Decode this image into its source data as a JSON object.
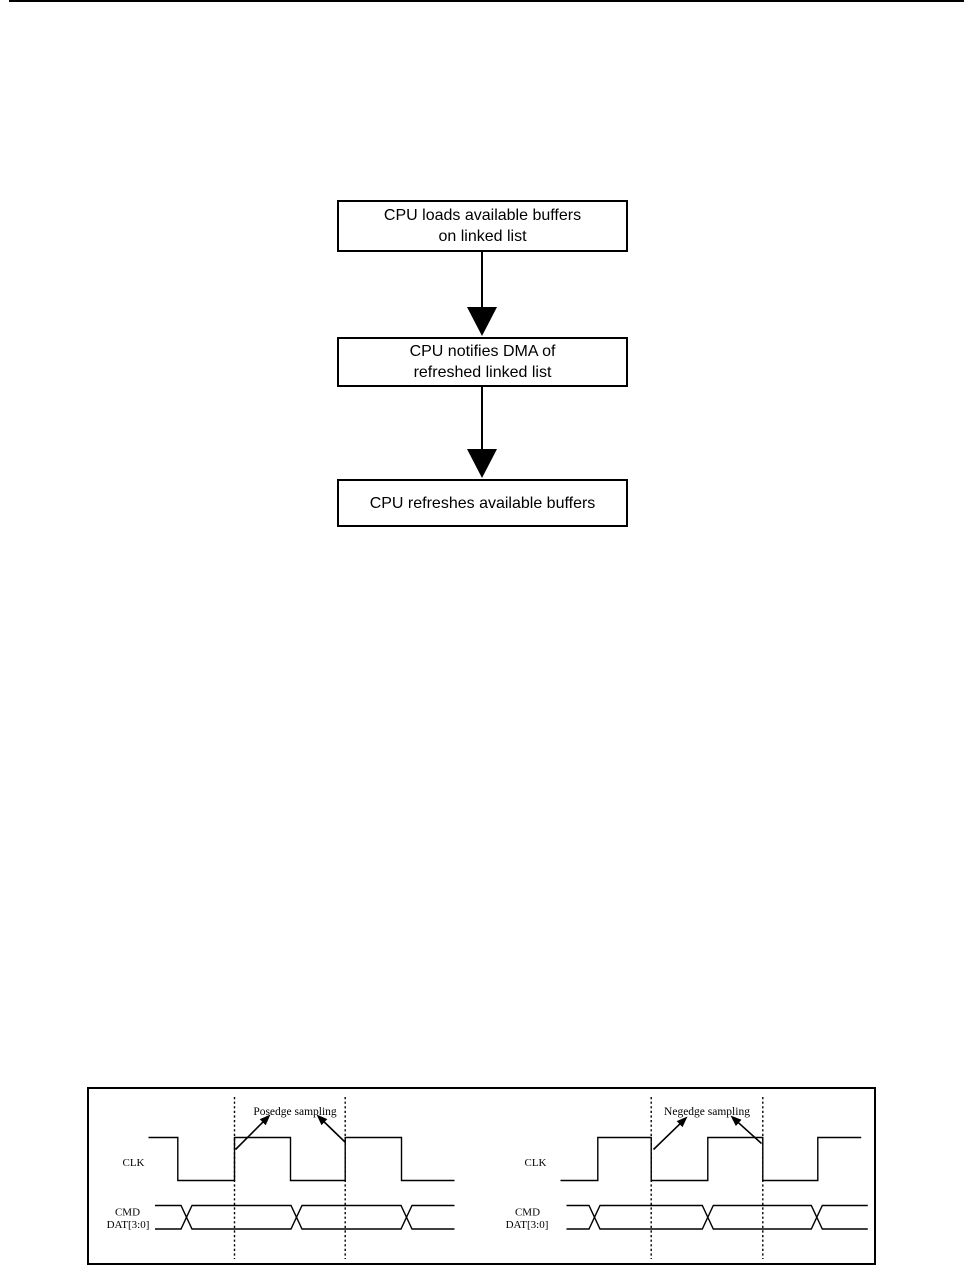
{
  "flowchart": {
    "steps": [
      {
        "lines": [
          "CPU loads available buffers",
          "on linked list"
        ]
      },
      {
        "lines": [
          "CPU notifies DMA of",
          "refreshed linked list"
        ]
      },
      {
        "lines": [
          "CPU refreshes available buffers"
        ]
      }
    ]
  },
  "timing_diagram": {
    "panels": [
      {
        "annotation": "Posedge sampling",
        "clock_label": "CLK",
        "bus_labels": [
          "CMD",
          "DAT[3:0]"
        ],
        "sampling_edge": "rising",
        "clock_initial_level": "high",
        "bus_transitions": 3,
        "sampling_markers": 2
      },
      {
        "annotation": "Negedge sampling",
        "clock_label": "CLK",
        "bus_labels": [
          "CMD",
          "DAT[3:0]"
        ],
        "sampling_edge": "falling",
        "clock_initial_level": "low",
        "bus_transitions": 3,
        "sampling_markers": 2
      }
    ]
  },
  "colors": {
    "ink": "#000000",
    "background": "#ffffff"
  }
}
